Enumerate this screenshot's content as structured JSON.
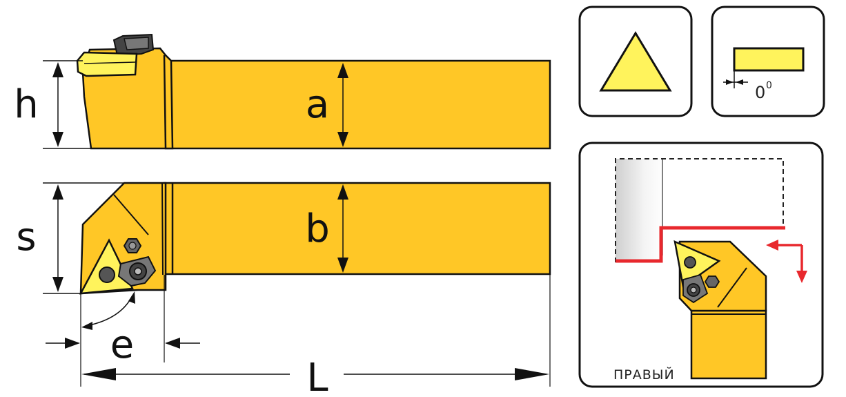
{
  "labels": {
    "h": "h",
    "a": "a",
    "s": "s",
    "b": "b",
    "e": "e",
    "L": "L"
  },
  "angle_icon": {
    "value": "0",
    "degree_mark": "0"
  },
  "direction_label": "ПРАВЫЙ",
  "icons": {
    "insert_shape": "triangle-icon",
    "clearance_angle": "rectangle-angle-icon"
  },
  "colors": {
    "tool_body": "#FFC726",
    "insert_yellow": "#FFF35C",
    "cut_path": "#E8282D",
    "outline": "#111111"
  }
}
